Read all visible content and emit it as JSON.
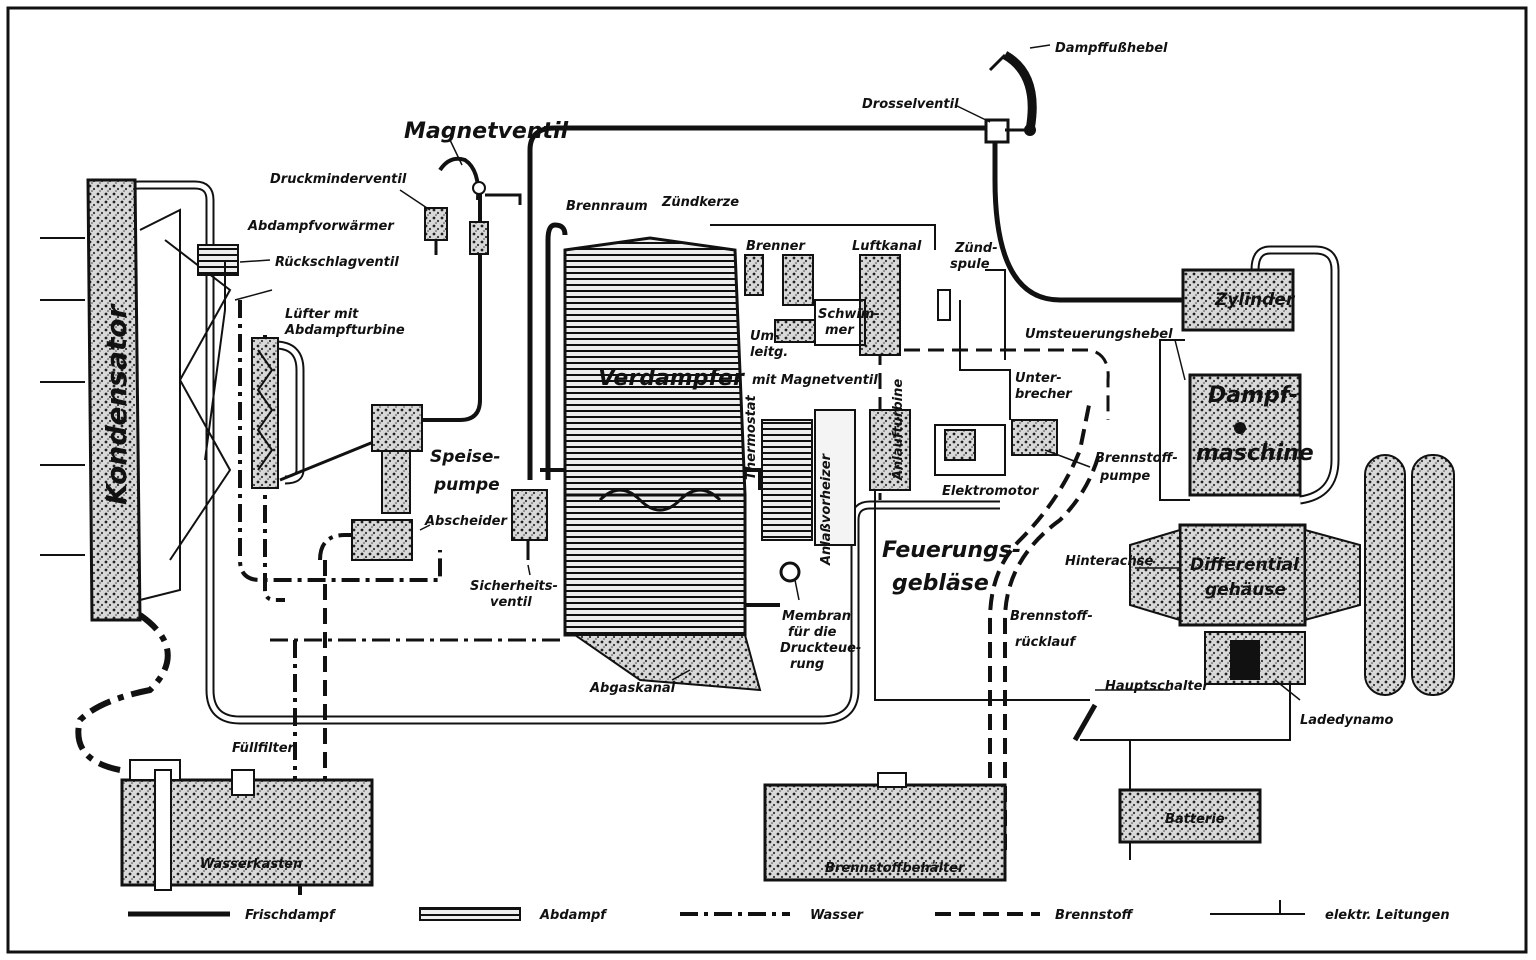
{
  "diagram": {
    "components": {
      "kondensator": "Kondensator",
      "magnetventil": "Magnetventil",
      "druckminderventil": "Druckminderventil",
      "drosselventil": "Drosselventil",
      "dampffusshebel": "Dampffußhebel",
      "abdampfvorwaermer": "Abdampfvorwärmer",
      "rueckschlagventil": "Rückschlagventil",
      "luefter_line1": "Lüfter mit",
      "luefter_line2": "Abdampfturbine",
      "speisepumpe_line1": "Speise-",
      "speisepumpe_line2": "pumpe",
      "abscheider": "Abscheider",
      "sicherheitsventil_line1": "Sicherheits-",
      "sicherheitsventil_line2": "ventil",
      "brennraum": "Brennraum",
      "zuendkerze": "Zündkerze",
      "verdampfer": "Verdampfer",
      "brenner": "Brenner",
      "luftkanal": "Luftkanal",
      "zuendspule_line1": "Zünd-",
      "zuendspule_line2": "spule",
      "schwimmer_line1": "Schwim-",
      "schwimmer_line2": "mer",
      "umleitung_line1": "Um-",
      "umleitung_line2": "leitg.",
      "umleitung_line3": "mit Magnetventil",
      "thermostat": "Thermostat",
      "anlaufturbine": "Anlaufturbine",
      "unterbrecher_line1": "Unter-",
      "unterbrecher_line2": "brecher",
      "elektromotor": "Elektromotor",
      "brennstoffpumpe_line1": "Brennstoff-",
      "brennstoffpumpe_line2": "pumpe",
      "umsteuerungshebel": "Umsteuerungshebel",
      "zylinder": "Zylinder",
      "dampfmaschine_line1": "Dampf-",
      "dampfmaschine_line2": "maschine",
      "feuerungsgeblaese_line1": "Feuerungs-",
      "feuerungsgeblaese_line2": "gebläse",
      "anlassvorheizer": "Anlaßvorheizer",
      "membran_line1": "Membran",
      "membran_line2": "für die",
      "membran_line3": "Druckteue-",
      "membran_line4": "rung",
      "abgaskanal": "Abgaskanal",
      "hinterachse": "Hinterachse",
      "differential_line1": "Differential",
      "differential_line2": "gehäuse",
      "brennstoffruecklauf_line1": "Brennstoff-",
      "brennstoffruecklauf_line2": "rücklauf",
      "hauptschalter": "Hauptschalter",
      "ladedynamo": "Ladedynamo",
      "fuellfilter": "Füllfilter",
      "wasserkasten": "Wasserkasten",
      "brennstoffbehaelter": "Brennstoffbehälter",
      "batterie": "Batterie"
    },
    "legend": [
      {
        "style": "solid",
        "label": "Frischdampf"
      },
      {
        "style": "hatched",
        "label": "Abdampf"
      },
      {
        "style": "dashdot",
        "label": "Wasser"
      },
      {
        "style": "dashed",
        "label": "Brennstoff"
      },
      {
        "style": "electric",
        "label": "elektr. Leitungen"
      }
    ]
  }
}
